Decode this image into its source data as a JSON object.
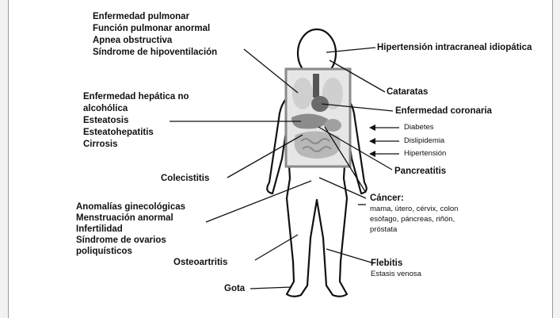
{
  "labels": {
    "pulmonary": [
      "Enfermedad pulmonar",
      "Función pulmonar anormal",
      "Apnea obstructiva",
      "Síndrome  de hipoventilación"
    ],
    "hypertension_icp": "Hipertensión intracraneal idiopática",
    "cataracts": "Cataratas",
    "liver": [
      "Enfermedad hepática no",
      "alcohólica",
      "Esteatosis",
      "Esteatohepatitis",
      "Cirrosis"
    ],
    "coronary": "Enfermedad coronaria",
    "metabolic": [
      "Diabetes",
      "Dislipidemia",
      "Hipertensión"
    ],
    "cholecystitis": "Colecistitis",
    "pancreatitis": "Pancreatitis",
    "cancer_title": "Cáncer:",
    "cancer_items": [
      "mama, útero, cérvix, colon",
      "esófago, páncreas, riñón,",
      "próstata"
    ],
    "gynecologic": [
      "Anomalías ginecológicas",
      "Menstruación anormal",
      "Infertilidad",
      "Síndrome de ovarios",
      "poliquísticos"
    ],
    "osteoarthritis": "Osteoartritis",
    "phlebitis": "Flebitis",
    "venous_stasis": "Estasis venosa",
    "gout": "Gota"
  }
}
